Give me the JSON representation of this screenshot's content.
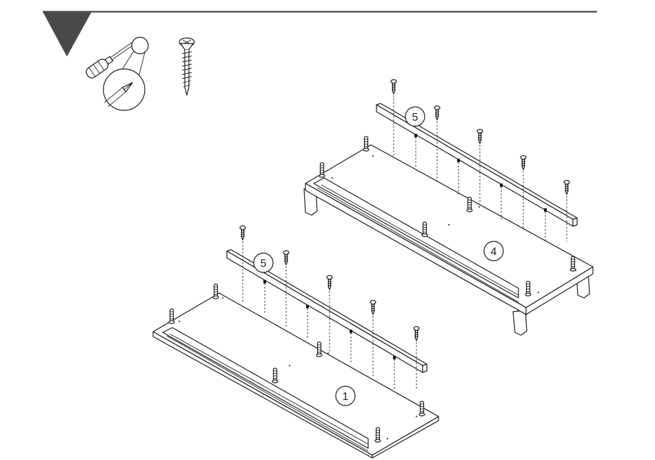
{
  "step_header": {
    "accent_color": "#4a4a4a",
    "rule_color": "#555555"
  },
  "tools": [
    {
      "icon": "phillips-screwdriver-icon"
    },
    {
      "icon": "wood-screw-icon"
    }
  ],
  "callouts": {
    "rail_top": "5",
    "rail_bottom": "5",
    "board_top": "4",
    "board_bottom": "1"
  }
}
